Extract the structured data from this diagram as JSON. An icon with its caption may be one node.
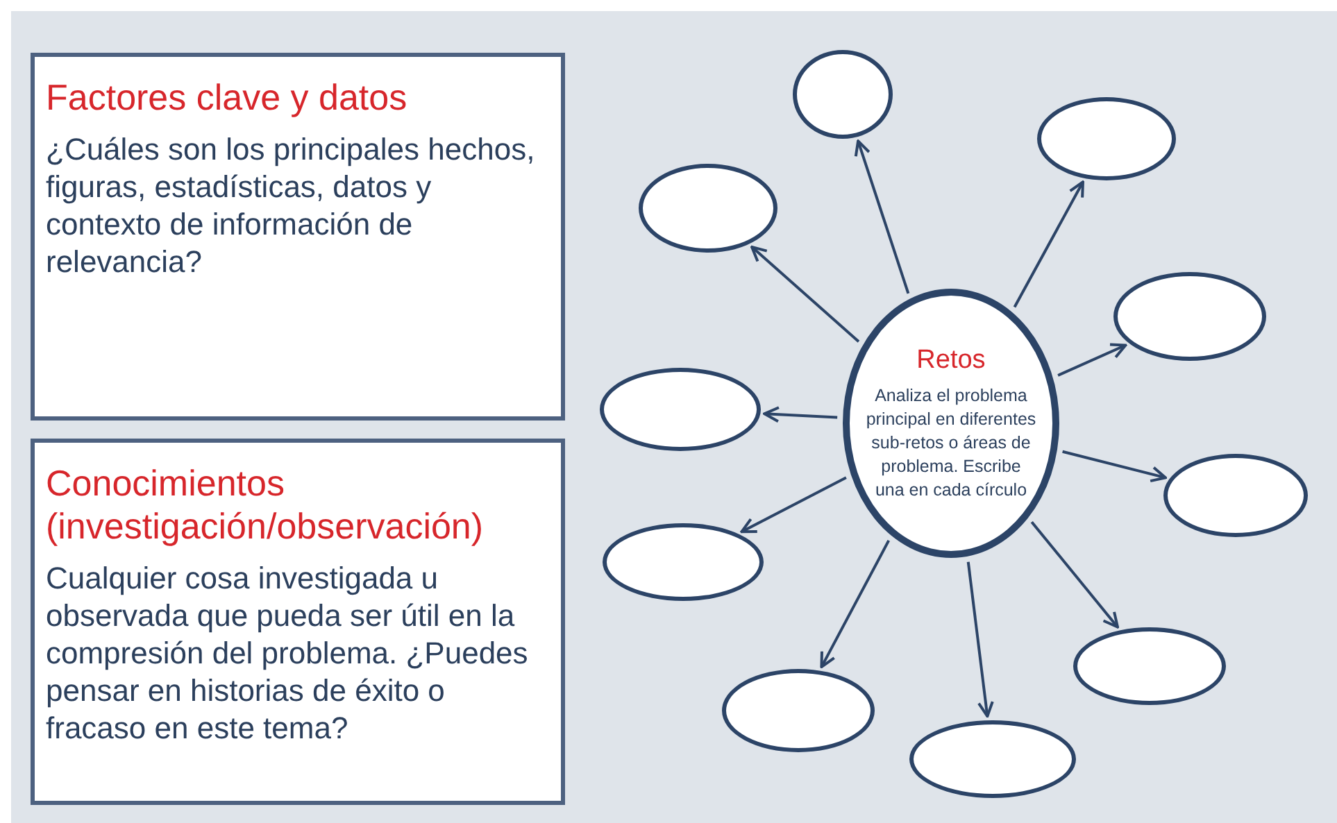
{
  "diagram": {
    "nodes": [
      {
        "text": [
          "Factores clave y datos",
          "¿Cuáles son los principales hechos, figuras, estadísticas, datos y contexto de información de relevancia?"
        ]
      },
      {
        "text": [
          "Conocimientos (investigación/observación)",
          "Cualquier cosa investigada u observada que pueda ser útil en la compresión del problema. ¿Puedes pensar en historias de éxito o fracaso en este tema?"
        ]
      },
      {
        "text": [
          "Retos",
          "Analiza el problema principal en diferentes sub-retos o áreas de problema. Escribe una en cada círculo"
        ]
      },
      {
        "text": [],
        "shape": "circle"
      },
      {
        "text": [],
        "shape": "circle"
      },
      {
        "text": [],
        "shape": "circle"
      },
      {
        "text": [],
        "shape": "circle"
      },
      {
        "text": [],
        "shape": "circle"
      },
      {
        "text": [],
        "shape": "circle"
      },
      {
        "text": [],
        "shape": "circle"
      },
      {
        "text": [],
        "shape": "circle"
      },
      {
        "text": [],
        "shape": "circle"
      },
      {
        "text": [],
        "shape": "circle"
      }
    ],
    "edges": [
      {
        "from": 2,
        "to": 3,
        "arrow": "to"
      },
      {
        "from": 2,
        "to": 4,
        "arrow": "to"
      },
      {
        "from": 2,
        "to": 5,
        "arrow": "to"
      },
      {
        "from": 2,
        "to": 6,
        "arrow": "to"
      },
      {
        "from": 2,
        "to": 7,
        "arrow": "to"
      },
      {
        "from": 2,
        "to": 8,
        "arrow": "to"
      },
      {
        "from": 2,
        "to": 9,
        "arrow": "to"
      },
      {
        "from": 2,
        "to": 10,
        "arrow": "to"
      },
      {
        "from": 2,
        "to": 11,
        "arrow": "to"
      },
      {
        "from": 2,
        "to": 12,
        "arrow": "to"
      }
    ]
  }
}
